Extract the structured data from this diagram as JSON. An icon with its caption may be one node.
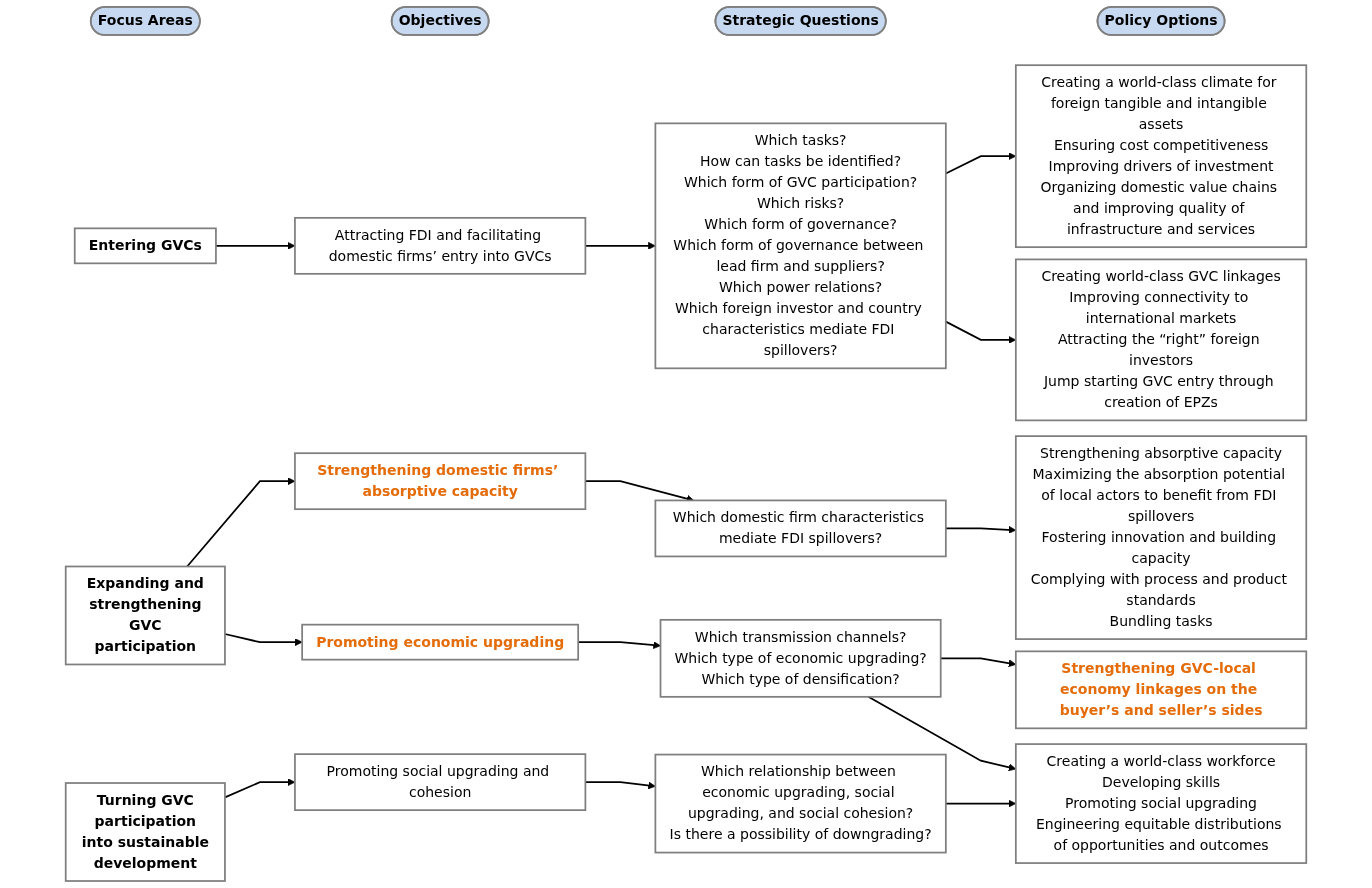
{
  "diagram": {
    "nodes": [
      {
        "text": [
          "Focus Areas"
        ]
      },
      {
        "text": [
          "Objectives"
        ]
      },
      {
        "text": [
          "Strategic Questions"
        ]
      },
      {
        "text": [
          "Policy Options"
        ]
      },
      {
        "text": [
          "Entering GVCs"
        ]
      },
      {
        "text": [
          "Attracting FDI and facilitating domestic firms’ entry into GVCs"
        ]
      },
      {
        "text": [
          "Which tasks?",
          "How can tasks be identified?",
          "Which form of GVC participation?",
          "Which risks?",
          "Which form of governance?",
          "Which form of governance between lead firm and suppliers?",
          "Which power relations?",
          "Which foreign investor and country characteristics mediate FDI spillovers?"
        ]
      },
      {
        "text": [
          "Creating world-class GVC linkages",
          "Improving connectivity to international markets",
          "Attracting the “right” foreign investors",
          "Jump starting GVC entry through creation of EPZs"
        ]
      },
      {
        "text": [
          "Creating a world-class climate for foreign tangible and intangible assets",
          "Ensuring cost competitiveness",
          "Improving drivers of investment",
          "Organizing domestic value chains and improving quality of infrastructure and services"
        ]
      },
      {
        "text": [
          "Expanding and strengthening GVC participation"
        ]
      },
      {
        "text": [
          "Promoting economic upgrading"
        ]
      },
      {
        "text": [
          "Which transmission channels?",
          "Which type of economic upgrading?",
          "Which type of densification?"
        ]
      },
      {
        "text": [
          "Strengthening GVC-local economy linkages on the buyer’s and seller’s sides"
        ]
      },
      {
        "text": [
          "Strengthening domestic firms’ absorptive capacity"
        ]
      },
      {
        "text": [
          "Which domestic firm characteristics mediate FDI spillovers?"
        ]
      },
      {
        "text": [
          "Strengthening absorptive capacity",
          "Maximizing the absorption potential of local actors to benefit from FDI spillovers",
          "Fostering innovation and building capacity",
          "Complying with process and product standards",
          "Bundling tasks"
        ]
      },
      {
        "text": [
          "Turning GVC participation into sustainable development"
        ]
      },
      {
        "text": [
          "Promoting social upgrading and cohesion"
        ]
      },
      {
        "text": [
          "Which relationship between economic upgrading, social upgrading, and social cohesion?",
          "Is there a possibility of downgrading?"
        ]
      },
      {
        "text": [
          "Creating a world-class workforce",
          "Developing skills",
          "Promoting social upgrading",
          "Engineering equitable distributions of opportunities and outcomes"
        ]
      }
    ],
    "edges": [
      {
        "from": 4,
        "to": 5,
        "arrow": "to"
      },
      {
        "from": 5,
        "to": 6,
        "arrow": "to"
      },
      {
        "from": 6,
        "to": 7,
        "arrow": "to"
      },
      {
        "from": 6,
        "to": 8,
        "arrow": "to"
      },
      {
        "from": 9,
        "to": 10,
        "arrow": "to"
      },
      {
        "from": 9,
        "to": 13,
        "arrow": "to"
      },
      {
        "from": 10,
        "to": 11,
        "arrow": "to"
      },
      {
        "from": 11,
        "to": 12,
        "arrow": "to"
      },
      {
        "from": 11,
        "to": 19,
        "arrow": "to"
      },
      {
        "from": 13,
        "to": 14,
        "arrow": "to"
      },
      {
        "from": 14,
        "to": 15,
        "arrow": "to"
      },
      {
        "from": 16,
        "to": 17,
        "arrow": "to"
      },
      {
        "from": 17,
        "to": 18,
        "arrow": "to"
      },
      {
        "from": 18,
        "to": 19,
        "arrow": "to"
      }
    ]
  }
}
